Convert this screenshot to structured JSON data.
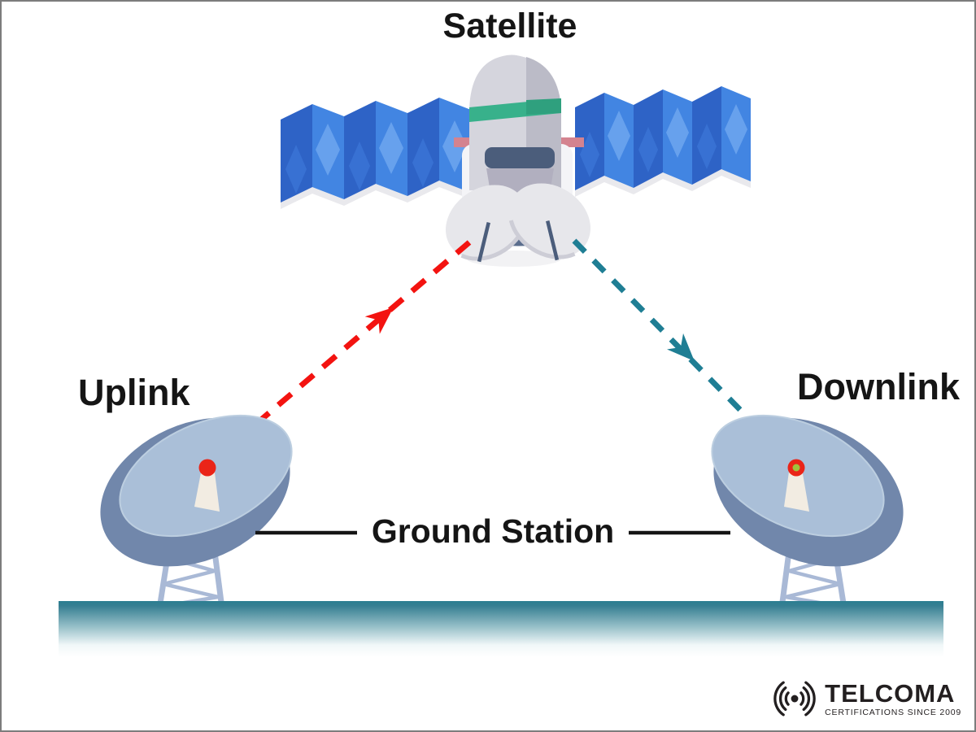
{
  "diagram": {
    "title": "Satellite",
    "uplink_label": "Uplink",
    "downlink_label": "Downlink",
    "ground_station_label": "Ground Station"
  },
  "links": {
    "uplink": {
      "color": "#f31310",
      "style": "dashed",
      "from": "left-ground-station",
      "to": "satellite"
    },
    "downlink": {
      "color": "#1f7e94",
      "style": "dashed",
      "from": "satellite",
      "to": "right-ground-station"
    }
  },
  "colors": {
    "ground_strip_top": "#2b7e91",
    "dish_bowl": "#7187ab",
    "dish_face": "#aabfd8",
    "dish_horn": "#f2ece2",
    "tower": "#a9b9d6",
    "solar_panel_dark": "#2e63c6",
    "solar_panel_mid": "#4285e2",
    "solar_panel_highlight": "#6ba4ee",
    "satellite_body": "#d5d5dd",
    "satellite_body_shade": "#bbbbc7",
    "satellite_band_green": "#38b18b",
    "satellite_bar_pink": "#d4838f",
    "satellite_slate": "#4b5d7b",
    "uplink_dot": "#ea2418",
    "downlink_dot_center": "#a0c23c",
    "label_text": "#151515",
    "logo_text": "#231f20"
  },
  "logo": {
    "brand": "TELCOMA",
    "tagline": "CERTIFICATIONS SINCE 2009"
  }
}
